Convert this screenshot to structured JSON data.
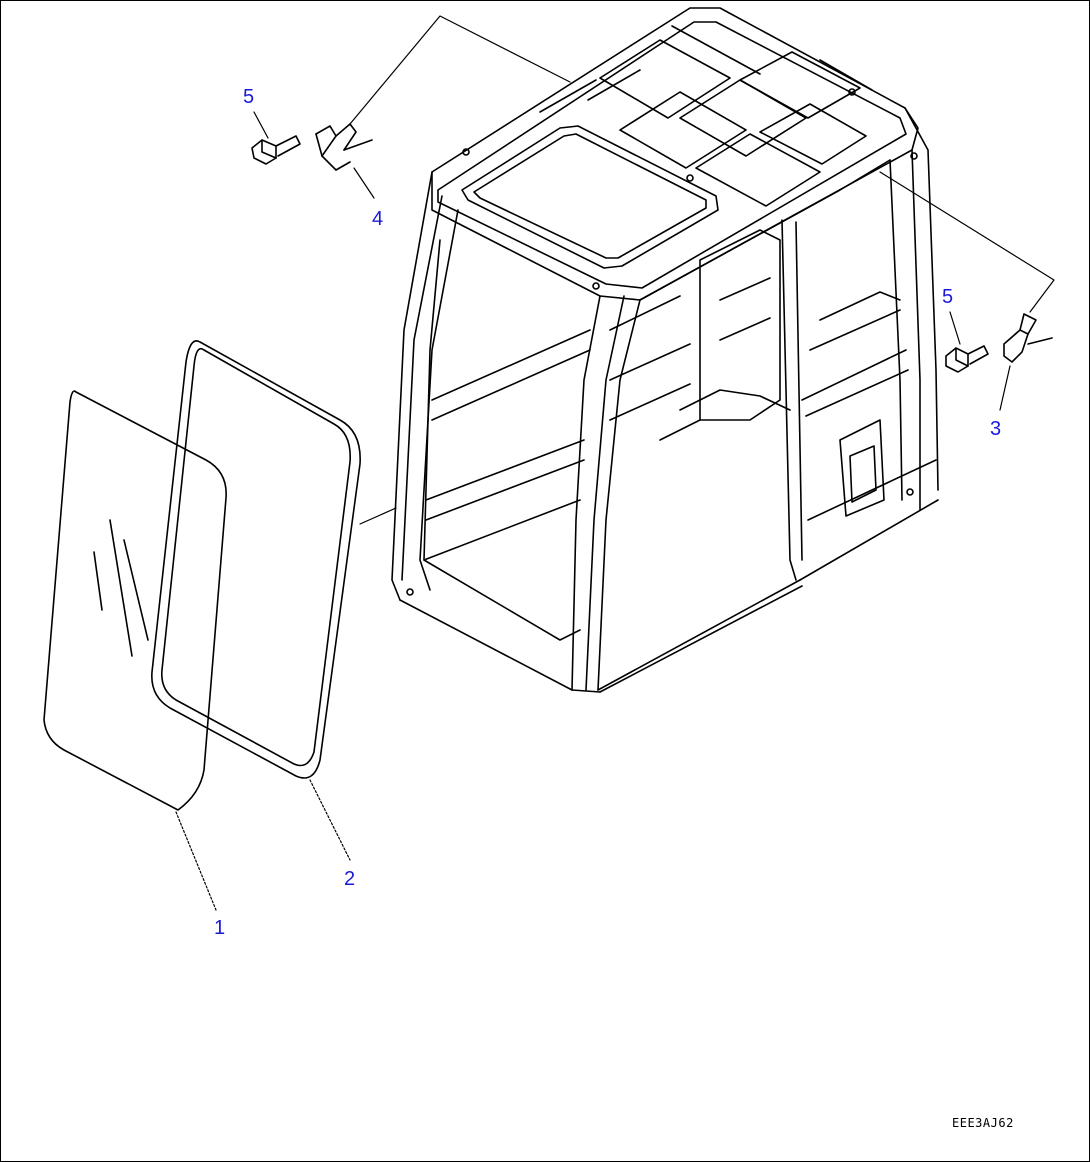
{
  "callouts": {
    "glass": "1",
    "weatherstrip": "2",
    "bracket_right": "3",
    "bracket_left": "4",
    "bolt_left": "5",
    "bolt_right": "5"
  },
  "figure_code": "EEE3AJ62",
  "colors": {
    "line": "#000000",
    "callout": "#1a1ad6",
    "background": "#ffffff"
  }
}
